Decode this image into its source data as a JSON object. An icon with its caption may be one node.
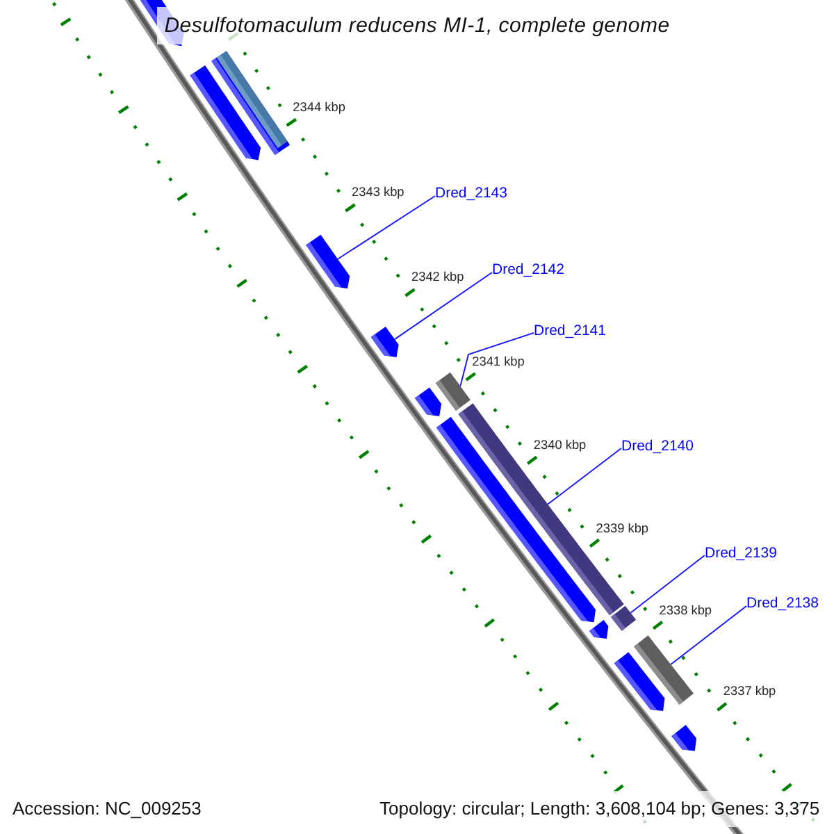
{
  "diagram": {
    "title": "Desulfotomaculum reducens MI-1, complete genome",
    "nodes": [
      {
        "text": [
          "Dred_2143"
        ]
      },
      {
        "text": [
          "Dred_2142"
        ]
      },
      {
        "text": [
          "Dred_2141"
        ]
      },
      {
        "text": [
          "Dred_2140"
        ]
      },
      {
        "text": [
          "Dred_2139"
        ]
      },
      {
        "text": [
          "Dred_2138"
        ]
      },
      {
        "text": [],
        "shape": "arrow"
      },
      {
        "text": [],
        "shape": "arrow"
      },
      {
        "text": [],
        "shape": "bar"
      },
      {
        "text": [],
        "shape": "arrow"
      },
      {
        "text": [],
        "shape": "arrow"
      },
      {
        "text": [],
        "shape": "bar"
      },
      {
        "text": [],
        "shape": "arrow"
      },
      {
        "text": [],
        "shape": "bar"
      },
      {
        "text": [],
        "shape": "arrow"
      },
      {
        "text": [],
        "shape": "bar"
      },
      {
        "text": [],
        "shape": "arrow"
      },
      {
        "text": [],
        "shape": "bar"
      },
      {
        "text": [],
        "shape": "arrow"
      },
      {
        "text": [],
        "shape": "arrow"
      }
    ],
    "edges": [
      {
        "from": 0,
        "to": 9,
        "arrow": "none"
      },
      {
        "from": 1,
        "to": 10,
        "arrow": "none"
      },
      {
        "from": 2,
        "to": 11,
        "arrow": "none"
      },
      {
        "from": 3,
        "to": 13,
        "arrow": "none"
      },
      {
        "from": 4,
        "to": 15,
        "arrow": "none"
      },
      {
        "from": 5,
        "to": 17,
        "arrow": "none"
      }
    ],
    "labels": [
      "2344 kbp",
      "2343 kbp",
      "2342 kbp",
      "2341 kbp",
      "2340 kbp",
      "2339 kbp",
      "2338 kbp",
      "2337 kbp",
      "Accession: NC_009253",
      "Topology: circular; Length: 3,608,104 bp; Genes: 3,375"
    ]
  }
}
